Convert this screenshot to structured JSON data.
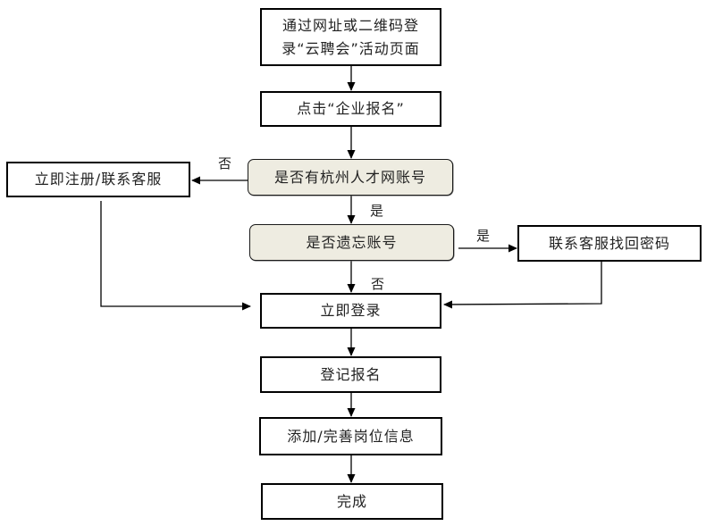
{
  "diagram": {
    "type": "flowchart",
    "colors": {
      "line": "#000000",
      "process_fill": "#ffffff",
      "decision_fill": "#eeece1"
    },
    "nodes": {
      "visit": {
        "kind": "process",
        "label": "通过网址或二维码登\n录“云聘会”活动页面"
      },
      "click": {
        "kind": "process",
        "label": "点击“企业报名”"
      },
      "has_account": {
        "kind": "decision",
        "label": "是否有杭州人才网账号"
      },
      "register": {
        "kind": "process",
        "label": "立即注册/联系客服"
      },
      "forgot": {
        "kind": "decision",
        "label": "是否遗忘账号"
      },
      "recover": {
        "kind": "process",
        "label": "联系客服找回密码"
      },
      "login": {
        "kind": "process",
        "label": "立即登录"
      },
      "signup": {
        "kind": "process",
        "label": "登记报名"
      },
      "post_jobs": {
        "kind": "process",
        "label": "添加/完善岗位信息"
      },
      "done": {
        "kind": "process",
        "label": "完成"
      }
    },
    "edge_labels": {
      "no": "否",
      "yes": "是"
    },
    "edges": [
      {
        "from": "visit",
        "to": "click",
        "label": ""
      },
      {
        "from": "click",
        "to": "has_account",
        "label": ""
      },
      {
        "from": "has_account",
        "to": "register",
        "label": "否"
      },
      {
        "from": "has_account",
        "to": "forgot",
        "label": "是"
      },
      {
        "from": "forgot",
        "to": "recover",
        "label": "是"
      },
      {
        "from": "forgot",
        "to": "login",
        "label": "否"
      },
      {
        "from": "register",
        "to": "login",
        "label": ""
      },
      {
        "from": "recover",
        "to": "login",
        "label": ""
      },
      {
        "from": "login",
        "to": "signup",
        "label": ""
      },
      {
        "from": "signup",
        "to": "post_jobs",
        "label": ""
      },
      {
        "from": "post_jobs",
        "to": "done",
        "label": ""
      }
    ]
  }
}
